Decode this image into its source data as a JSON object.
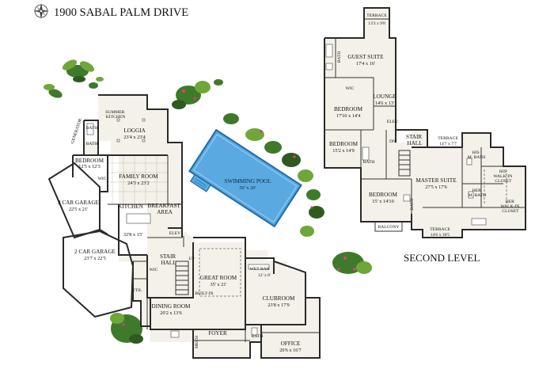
{
  "title": "1900 SABAL PALM DRIVE",
  "compass_icon": "compass-rose-icon",
  "level_label": "SECOND LEVEL",
  "colors": {
    "pool": "#5aa9e0",
    "pool_edge": "#1e6aa8",
    "foliage": "#3f7a2a",
    "flowers": "#c94a7a",
    "wall": "#2a2a2a"
  },
  "first_level": {
    "generator": "GENERATOR",
    "bath_a": "BATH",
    "bath_b": "BATH",
    "summer_kitchen": "SUMMER\nKITCHEN",
    "loggia": {
      "name": "LOGGIA",
      "dim": "23'4 x 23'4"
    },
    "bedroom": {
      "name": "BEDROOM",
      "dim": "12'5 x 12'3"
    },
    "wic_a": "WIC",
    "family_room": {
      "name": "FAMILY ROOM",
      "dim": "24'3 x 23'2"
    },
    "breakfast_area": "BREAKFAST\nAREA",
    "kitchen": "KITCHEN",
    "kitchen_dim": "32'8 x 15'",
    "garage_2car_a": {
      "name": "2 CAR GARAGE",
      "dim": "22'5 x 21'"
    },
    "garage_2car_b": {
      "name": "2 CAR GARAGE",
      "dim": "23'7 x 22'5"
    },
    "elev": "ELEV",
    "stair_hall": "STAIR\nHALL",
    "up": "UP",
    "wic_b": "WIC",
    "util": "UTIL",
    "great_room": {
      "name": "GREAT ROOM",
      "dim": "35' x 21'"
    },
    "wet_bar": "WET BAR",
    "wet_bar_dim": "12' x 8'",
    "built_in": "BUILT-IN",
    "dining_room": {
      "name": "DINING ROOM",
      "dim": "20'2 x 13'6"
    },
    "clubroom": {
      "name": "CLUBROOM",
      "dim": "23'8 x 17'9"
    },
    "foyer": "FOYER",
    "mech": "MECH",
    "bath_c": "BATH",
    "office": {
      "name": "OFFICE",
      "dim": "20'6 x 16'7"
    },
    "swimming_pool": {
      "name": "SWIMMING POOL",
      "dim": "50' x 20'"
    }
  },
  "second_level": {
    "terrace_top": {
      "name": "TERRACE",
      "dim": "13'3 x 9'8"
    },
    "bath_a": "BATH",
    "guest_suite": {
      "name": "GUEST SUITE",
      "dim": "17'4 x 16'"
    },
    "wic": "WIC",
    "lounge": {
      "name": "LOUNGE",
      "dim": "14'6 x 13'"
    },
    "bedroom_a": {
      "name": "BEDROOM",
      "dim": "17'10 x 14'4"
    },
    "elev": "ELEV",
    "bedroom_b": {
      "name": "BEDROOM",
      "dim": "15'2 x 14'9"
    },
    "dn": "DN",
    "stair_hall": "STAIR\nHALL",
    "terrace_mid": {
      "name": "TERRACE",
      "dim": "14'7 x 7'7"
    },
    "his_bath": "HIS\nM. BATH",
    "his_closet": "HIS\nWALK-IN\nCLOSET",
    "bath_b": "BATH",
    "master_suite": {
      "name": "MASTER SUITE",
      "dim": "27'5 x 17'6"
    },
    "bedroom_c": {
      "name": "BEDROOM",
      "dim": "15' x 14'10"
    },
    "bath_c": "BATH",
    "her_bath": "HER\nM. BATH",
    "her_closet": "HER\nWALK-IN\nCLOSET",
    "balcony": "BALCONY",
    "terrace_bottom": {
      "name": "TERRACE",
      "dim": "14'6 x 10'5"
    }
  }
}
